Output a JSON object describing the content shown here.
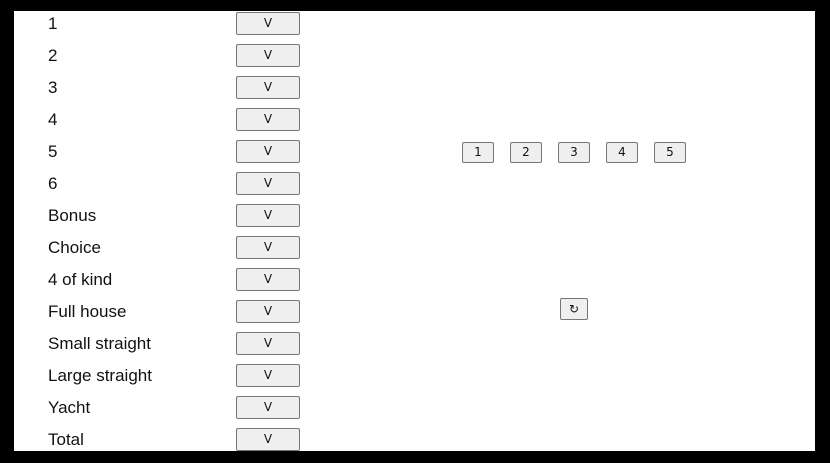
{
  "scoreboard": {
    "rows": [
      {
        "label": "1",
        "button": "V"
      },
      {
        "label": "2",
        "button": "V"
      },
      {
        "label": "3",
        "button": "V"
      },
      {
        "label": "4",
        "button": "V"
      },
      {
        "label": "5",
        "button": "V"
      },
      {
        "label": "6",
        "button": "V"
      },
      {
        "label": "Bonus",
        "button": "V"
      },
      {
        "label": "Choice",
        "button": "V"
      },
      {
        "label": "4 of kind",
        "button": "V"
      },
      {
        "label": "Full house",
        "button": "V"
      },
      {
        "label": "Small straight",
        "button": "V"
      },
      {
        "label": "Large straight",
        "button": "V"
      },
      {
        "label": "Yacht",
        "button": "V"
      },
      {
        "label": "Total",
        "button": "V"
      }
    ]
  },
  "dice": [
    "1",
    "2",
    "3",
    "4",
    "5"
  ],
  "roll": {
    "label": "↻",
    "icon": "reroll-icon"
  }
}
